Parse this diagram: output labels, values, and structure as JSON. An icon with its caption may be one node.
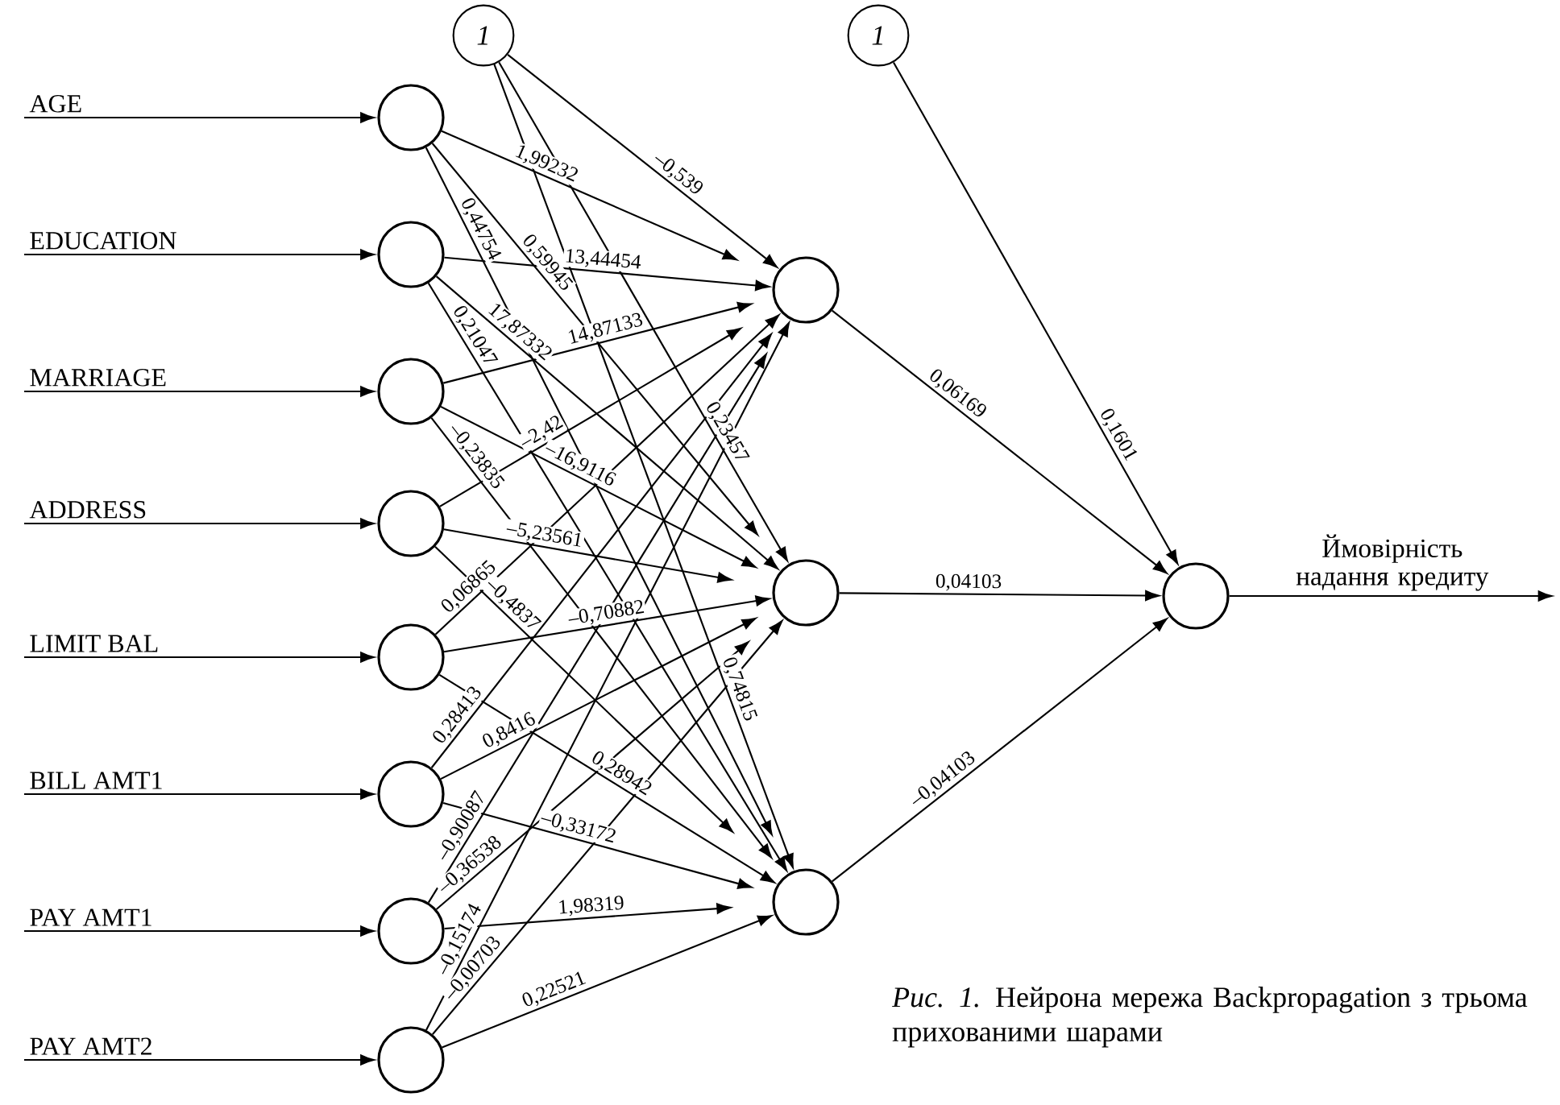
{
  "diagram": {
    "caption": "*Рис. 1.* Нейрона мережа Backpropagation з трьома прихованими шарами",
    "nodes": [
      {
        "text": [
          "AGE"
        ]
      },
      {
        "text": [
          "EDUCATION"
        ]
      },
      {
        "text": [
          "MARRIAGE"
        ]
      },
      {
        "text": [
          "ADDRESS"
        ]
      },
      {
        "text": [
          "LIMIT BAL"
        ]
      },
      {
        "text": [
          "BILL AMT1"
        ]
      },
      {
        "text": [
          "PAY AMT1"
        ]
      },
      {
        "text": [
          "PAY AMT2"
        ]
      },
      {
        "text": [],
        "shape": "circle"
      },
      {
        "text": [],
        "shape": "circle"
      },
      {
        "text": [],
        "shape": "circle"
      },
      {
        "text": [],
        "shape": "circle"
      },
      {
        "text": [],
        "shape": "circle"
      },
      {
        "text": [],
        "shape": "circle"
      },
      {
        "text": [],
        "shape": "circle"
      },
      {
        "text": [],
        "shape": "circle"
      },
      {
        "text": [
          "1"
        ]
      },
      {
        "text": [],
        "shape": "circle"
      },
      {
        "text": [],
        "shape": "circle"
      },
      {
        "text": [],
        "shape": "circle"
      },
      {
        "text": [
          "1"
        ]
      },
      {
        "text": [],
        "shape": "circle"
      }
    ],
    "edges": [
      {
        "from": 0,
        "to": 8,
        "arrow": "to"
      },
      {
        "from": 1,
        "to": 9,
        "arrow": "to"
      },
      {
        "from": 2,
        "to": 10,
        "arrow": "to"
      },
      {
        "from": 3,
        "to": 11,
        "arrow": "to"
      },
      {
        "from": 4,
        "to": 12,
        "arrow": "to"
      },
      {
        "from": 5,
        "to": 13,
        "arrow": "to"
      },
      {
        "from": 6,
        "to": 14,
        "arrow": "to"
      },
      {
        "from": 7,
        "to": 15,
        "arrow": "to"
      },
      {
        "from": 8,
        "to": 17,
        "arrow": "to",
        "label": "1,99232"
      },
      {
        "from": 8,
        "to": 18,
        "arrow": "to",
        "label": "0,59945"
      },
      {
        "from": 8,
        "to": 19,
        "arrow": "to",
        "label": "0,44754"
      },
      {
        "from": 9,
        "to": 17,
        "arrow": "to",
        "label": "13,44454"
      },
      {
        "from": 9,
        "to": 18,
        "arrow": "to",
        "label": "17,87332"
      },
      {
        "from": 9,
        "to": 19,
        "arrow": "to",
        "label": "0,21047"
      },
      {
        "from": 10,
        "to": 17,
        "arrow": "to",
        "label": "14,87133"
      },
      {
        "from": 10,
        "to": 18,
        "arrow": "to",
        "label": "–16,9116"
      },
      {
        "from": 10,
        "to": 19,
        "arrow": "to",
        "label": "–0,23835"
      },
      {
        "from": 11,
        "to": 17,
        "arrow": "to",
        "label": "–2,42"
      },
      {
        "from": 11,
        "to": 18,
        "arrow": "to",
        "label": "–5,23561"
      },
      {
        "from": 11,
        "to": 19,
        "arrow": "to",
        "label": "–0,4837"
      },
      {
        "from": 12,
        "to": 17,
        "arrow": "to",
        "label": "0,06865"
      },
      {
        "from": 12,
        "to": 18,
        "arrow": "to",
        "label": "–0,70882"
      },
      {
        "from": 12,
        "to": 19,
        "arrow": "to",
        "label": "0,28942"
      },
      {
        "from": 13,
        "to": 17,
        "arrow": "to",
        "label": "0,28413"
      },
      {
        "from": 13,
        "to": 18,
        "arrow": "to",
        "label": "0,8416"
      },
      {
        "from": 13,
        "to": 19,
        "arrow": "to",
        "label": "–0,33172"
      },
      {
        "from": 14,
        "to": 17,
        "arrow": "to",
        "label": "–0,90087"
      },
      {
        "from": 14,
        "to": 18,
        "arrow": "to",
        "label": "–0,36538"
      },
      {
        "from": 14,
        "to": 19,
        "arrow": "to",
        "label": "1,98319"
      },
      {
        "from": 15,
        "to": 17,
        "arrow": "to",
        "label": "–0,15174"
      },
      {
        "from": 15,
        "to": 18,
        "arrow": "to",
        "label": "–0,00703"
      },
      {
        "from": 15,
        "to": 19,
        "arrow": "to",
        "label": "0,22521"
      },
      {
        "from": 16,
        "to": 17,
        "arrow": "to",
        "label": "–0,539"
      },
      {
        "from": 16,
        "to": 18,
        "arrow": "to",
        "label": "0,23457"
      },
      {
        "from": 16,
        "to": 19,
        "arrow": "to",
        "label": "0,74815"
      },
      {
        "from": 17,
        "to": 21,
        "arrow": "to",
        "label": "0,06169"
      },
      {
        "from": 18,
        "to": 21,
        "arrow": "to",
        "label": "0,04103"
      },
      {
        "from": 19,
        "to": 21,
        "arrow": "to",
        "label": "–0,04103"
      },
      {
        "from": 20,
        "to": 21,
        "arrow": "to",
        "label": "0,1601"
      },
      {
        "from": 21,
        "to": null,
        "arrow": "to",
        "label": "Ймовірність надання кредиту"
      }
    ]
  }
}
